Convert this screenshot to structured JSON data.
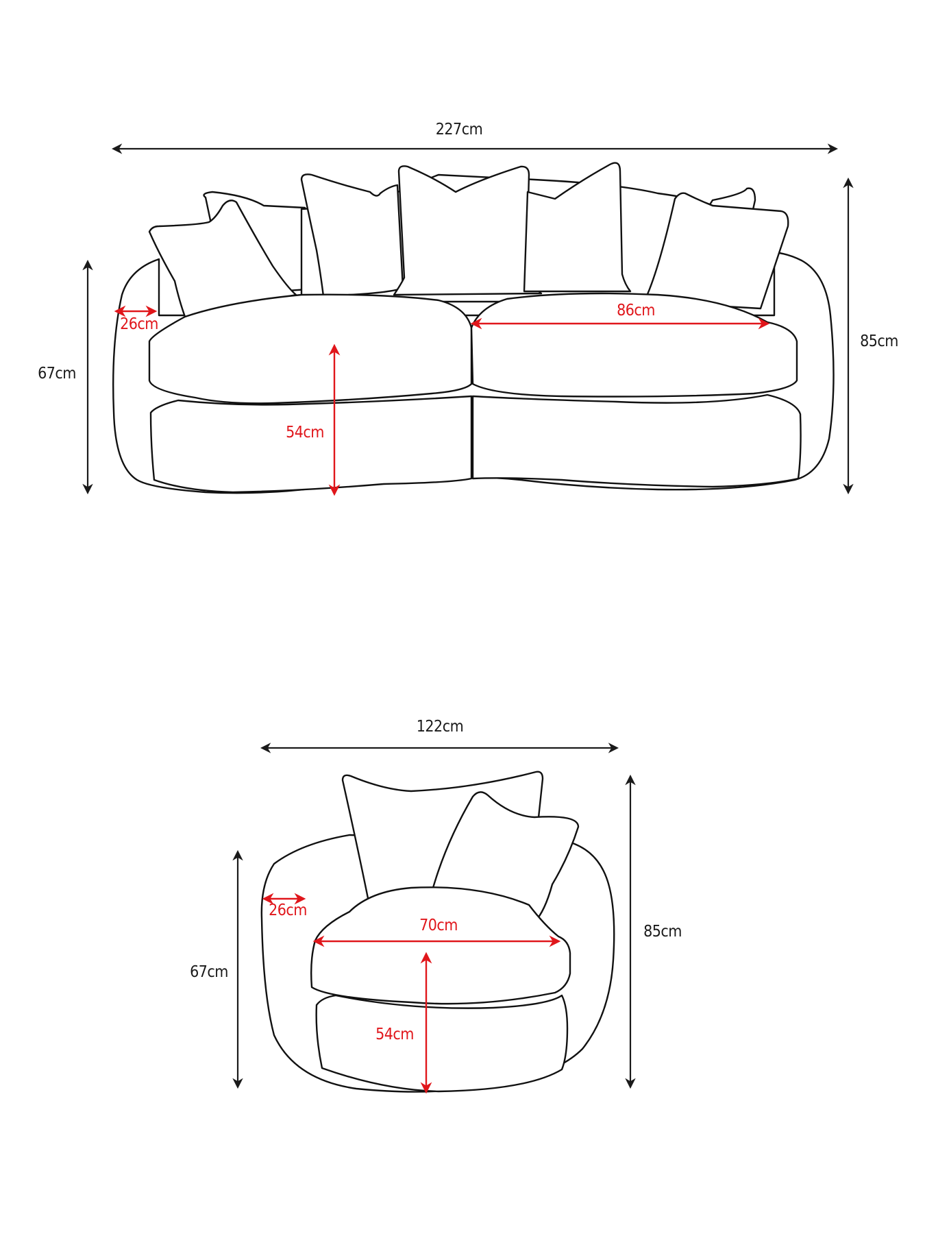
{
  "diagram": {
    "sofa": {
      "name": "sofa",
      "dimensions": {
        "overall_width": "227cm",
        "overall_height": "85cm",
        "arm_height": "67cm",
        "arm_width": "26cm",
        "seat_width": "86cm",
        "seat_height": "54cm"
      }
    },
    "chair": {
      "name": "swivel-chair",
      "dimensions": {
        "overall_width": "122cm",
        "overall_height": "85cm",
        "arm_height": "67cm",
        "arm_width": "26cm",
        "seat_width": "70cm",
        "seat_height": "54cm"
      }
    },
    "colors": {
      "outline": "#111111",
      "dimension_black": "#1a1a1a",
      "dimension_red": "#e0161b",
      "background": "#ffffff"
    }
  }
}
